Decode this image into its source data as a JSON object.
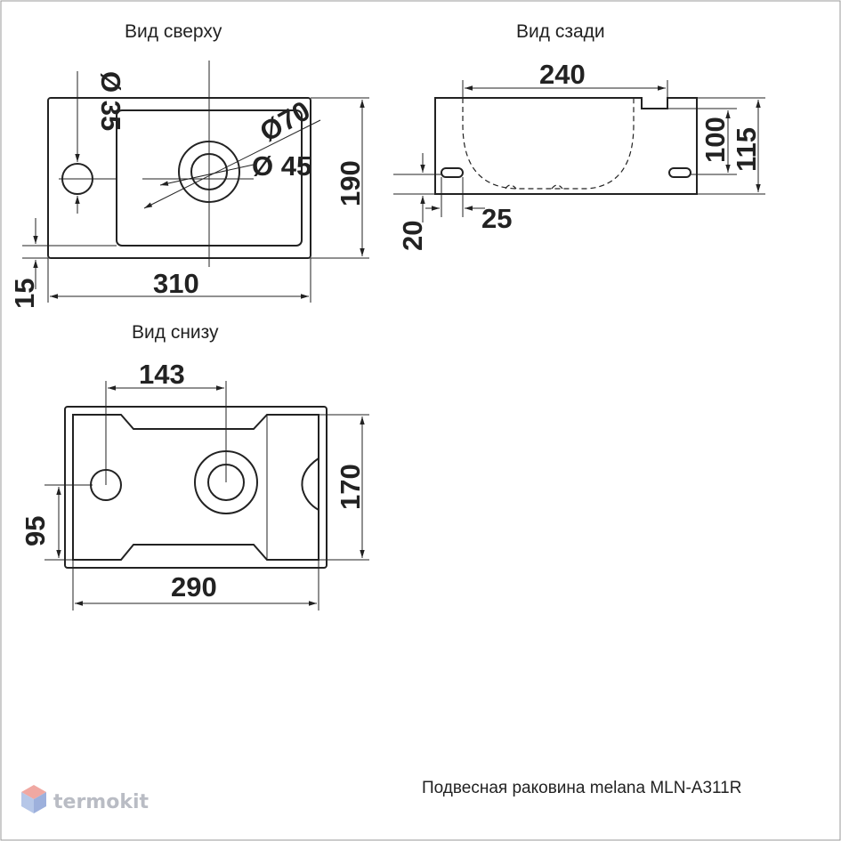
{
  "views": {
    "top": {
      "title": "Вид сверху",
      "dims": {
        "faucet_hole": "Ø 35",
        "bowl_outer": "Ø70",
        "drain": "Ø 45",
        "height": "190",
        "offset": "15",
        "width": "310"
      }
    },
    "back": {
      "title": "Вид сзади",
      "dims": {
        "mount_span": "240",
        "mount_height": "100",
        "total_height": "115",
        "base": "20",
        "slot": "25"
      }
    },
    "bottom": {
      "title": "Вид снизу",
      "dims": {
        "hole_spacing": "143",
        "depth": "170",
        "hole_offset": "95",
        "width": "290"
      }
    }
  },
  "caption": "Подвесная раковина melana MLN-A311R",
  "brand": {
    "name": "termokit",
    "logo": "hexagon-cube-logo"
  }
}
